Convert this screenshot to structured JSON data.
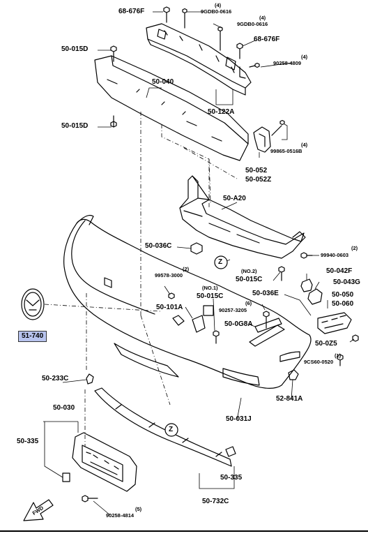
{
  "labels": {
    "p68_676F_top": "68-676F",
    "p9GDB0_0616_a": "9GDB0-0616",
    "q4_a": "(4)",
    "p9GDB0_0616_b": "9GDB0-0616",
    "q4_b": "(4)",
    "p68_676F_right": "68-676F",
    "p50_015D_top": "50-015D",
    "p90258_4809": "90258-4809",
    "q4_c": "(4)",
    "p50_040": "50-040",
    "p50_122A": "50-122A",
    "p50_015D_mid": "50-015D",
    "p99865_0516B": "99865-0516B",
    "q4_d": "(4)",
    "p50_052": "50-052",
    "p50_052Z": "50-052Z",
    "p50_A20": "50-A20",
    "p50_036C": "50-036C",
    "p99940_0603": "99940-0603",
    "q2_a": "(2)",
    "no2": "(NO.2)",
    "p50_015C_right": "50-015C",
    "p50_042F": "50-042F",
    "p50_043G": "50-043G",
    "p99578_3000": "99578-3000",
    "q2_b": "(2)",
    "no1": "(NO.1)",
    "p50_015C_mid": "50-015C",
    "p50_036E": "50-036E",
    "p50_050": "50-050",
    "p50_060": "50-060",
    "p51_740": "51-740",
    "p50_101A": "50-101A",
    "p90257_3205": "90257-3205",
    "q6": "(6)",
    "p50_0G8A": "50-0G8A",
    "p50_0Z5": "50-0Z5",
    "p9CS60_0520": "9CS60-0520",
    "q1": "(1)",
    "p50_233C": "50-233C",
    "p52_841A": "52-841A",
    "p50_030": "50-030",
    "p50_031J": "50-031J",
    "p50_335_left": "50-335",
    "p50_335_right": "50-335",
    "p50_732C": "50-732C",
    "p90258_4814": "90258-4814",
    "q5": "(5)",
    "z_marker_1": "Z",
    "z_marker_2": "Z",
    "fwd": "FWD"
  },
  "colors": {
    "line": "#000000",
    "highlight": "#b8c4ee"
  }
}
